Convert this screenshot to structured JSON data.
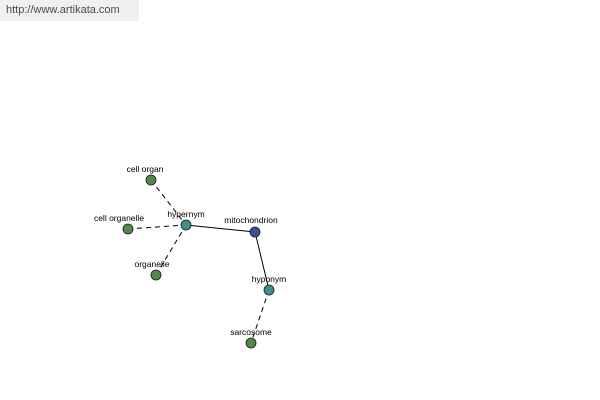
{
  "header": {
    "url": "http://www.artikata.com"
  },
  "graph": {
    "colors": {
      "center": "#3f4f98",
      "relation": "#3f8f8d",
      "leaf": "#4f8b47",
      "edge": "#000000",
      "node_stroke": "#1a1a1a"
    },
    "nodes": [
      {
        "id": "mitochondrion",
        "label": "mitochondrion",
        "kind": "center"
      },
      {
        "id": "hypernym",
        "label": "hypernym",
        "kind": "relation"
      },
      {
        "id": "hyponym",
        "label": "hyponym",
        "kind": "relation"
      },
      {
        "id": "cell-organ",
        "label": "cell organ",
        "kind": "leaf"
      },
      {
        "id": "cell-organelle",
        "label": "cell organelle",
        "kind": "leaf"
      },
      {
        "id": "organelle",
        "label": "organelle",
        "kind": "leaf"
      },
      {
        "id": "sarcosome",
        "label": "sarcosome",
        "kind": "leaf"
      }
    ],
    "edges": [
      {
        "from": "hypernym",
        "to": "mitochondrion",
        "style": "solid"
      },
      {
        "from": "mitochondrion",
        "to": "hyponym",
        "style": "solid"
      },
      {
        "from": "cell-organ",
        "to": "hypernym",
        "style": "dashed"
      },
      {
        "from": "cell-organelle",
        "to": "hypernym",
        "style": "dashed"
      },
      {
        "from": "organelle",
        "to": "hypernym",
        "style": "dashed"
      },
      {
        "from": "hyponym",
        "to": "sarcosome",
        "style": "dashed"
      }
    ]
  }
}
